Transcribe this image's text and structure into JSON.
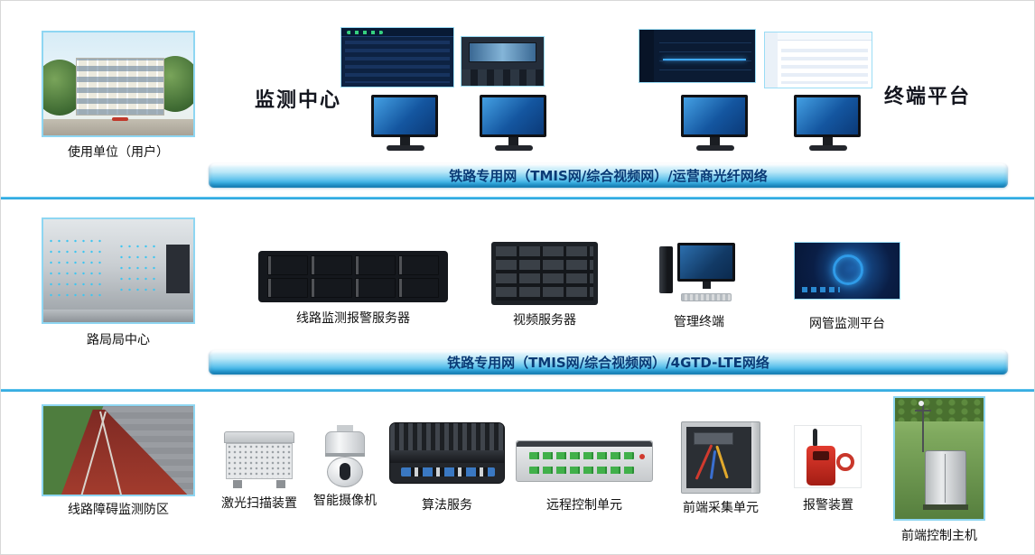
{
  "colors": {
    "bus_fill_top": "#bce8f8",
    "bus_fill_bottom": "#1693cc",
    "bus_text": "#0a3a75",
    "separator": "#29abe2",
    "photo_border": "#8ed6f2",
    "label_text": "#101010"
  },
  "tier_top": {
    "user_unit_label": "使用单位（用户）",
    "monitoring_center_title": "监测中心",
    "terminal_platform_title": "终端平台",
    "bus_label": "铁路专用网（TMIS网/综合视频网）/运营商光纤网络"
  },
  "tier_middle": {
    "bureau_center_label": "路局局中心",
    "devices": [
      {
        "label": "线路监测报警服务器"
      },
      {
        "label": "视频服务器"
      },
      {
        "label": "管理终端"
      },
      {
        "label": "网管监测平台"
      }
    ],
    "bus_label": "铁路专用网（TMIS网/综合视频网）/4GTD-LTE网络"
  },
  "tier_bottom": {
    "defense_zone_label": "线路障碍监测防区",
    "devices": [
      {
        "label": "激光扫描装置"
      },
      {
        "label": "智能摄像机"
      },
      {
        "label": "算法服务"
      },
      {
        "label": "远程控制单元"
      },
      {
        "label": "前端采集单元"
      },
      {
        "label": "报警装置"
      },
      {
        "label": "前端控制主机"
      }
    ]
  }
}
